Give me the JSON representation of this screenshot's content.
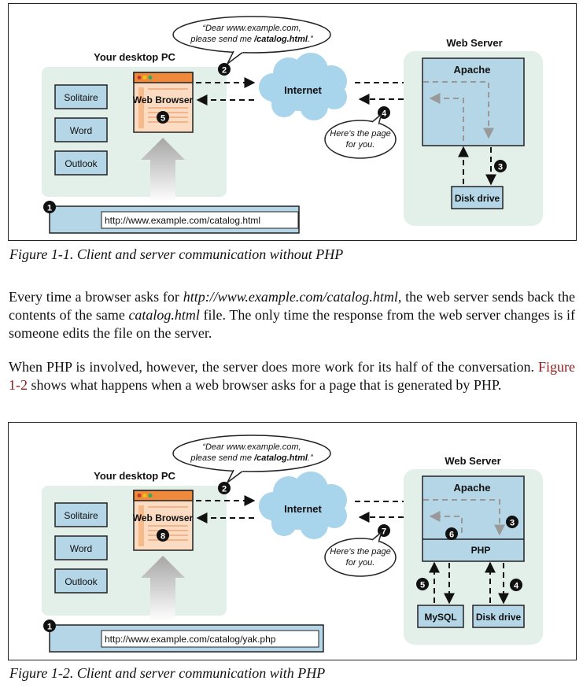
{
  "figure1": {
    "bubble_line1": "“Dear www.example.com,",
    "bubble_line2_prefix": "please send me ",
    "bubble_line2_file": "/catalog.html",
    "bubble_line2_suffix": ".”",
    "desktop_label": "Your desktop PC",
    "apps": [
      "Solitaire",
      "Word",
      "Outlook"
    ],
    "browser_label": "Web Browser",
    "internet_label": "Internet",
    "server_label": "Web Server",
    "apache_label": "Apache",
    "disk_label": "Disk drive",
    "reply_line1": "Here’s the page",
    "reply_line2": "for you.",
    "url": "http://www.example.com/catalog.html",
    "steps": {
      "url": "1",
      "request": "2",
      "disk": "3",
      "reply": "4",
      "browser": "5"
    },
    "caption": "Figure 1-1. Client and server communication without PHP"
  },
  "paragraph1": {
    "t1": "Every time a browser asks for ",
    "url": "http://www.example.com/catalog.html",
    "t2": ", the web server sends back the contents of the same ",
    "file": "catalog.html",
    "t3": " file. The only time the response from the web server changes is if someone edits the file on the server."
  },
  "paragraph2": {
    "t1": "When PHP is involved, however, the server does more work for its half of the conver­sation. ",
    "link": "Figure 1-2",
    "t2": " shows what happens when a web browser asks for a page that is generated by PHP."
  },
  "figure2": {
    "bubble_line1": "“Dear www.example.com,",
    "bubble_line2_prefix": "please send me ",
    "bubble_line2_file": "/catalog.html",
    "bubble_line2_suffix": ".”",
    "desktop_label": "Your desktop PC",
    "apps": [
      "Solitaire",
      "Word",
      "Outlook"
    ],
    "browser_label": "Web Browser",
    "internet_label": "Internet",
    "server_label": "Web Server",
    "apache_label": "Apache",
    "php_label": "PHP",
    "mysql_label": "MySQL",
    "disk_label": "Disk drive",
    "reply_line1": "Here’s the page",
    "reply_line2": "for you.",
    "url": "http://www.example.com/catalog/yak.php",
    "steps": {
      "url": "1",
      "request": "2",
      "php": "3",
      "disk": "4",
      "mysql": "5",
      "php_back": "6",
      "reply": "7",
      "browser": "8"
    },
    "caption": "Figure 1-2. Client and server communication with PHP"
  },
  "colors": {
    "panel": "#e3efe9",
    "box": "#b5d6e6",
    "browser_bar": "#ef8a3c",
    "browser_body": "#fbdcc2",
    "cloud": "#a8d4ec",
    "link": "#8a1c1c"
  }
}
